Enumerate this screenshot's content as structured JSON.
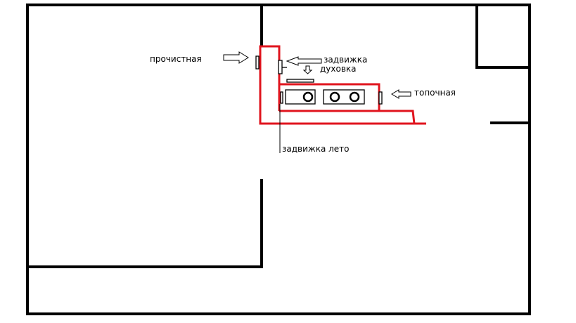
{
  "labels": {
    "cleanout": "прочистная",
    "damper": "задвижка",
    "oven": "духовка",
    "firebox": "топочная",
    "summer_damper": "задвижка лето"
  },
  "colors": {
    "wall": "#000000",
    "stove": "#e0141e"
  }
}
